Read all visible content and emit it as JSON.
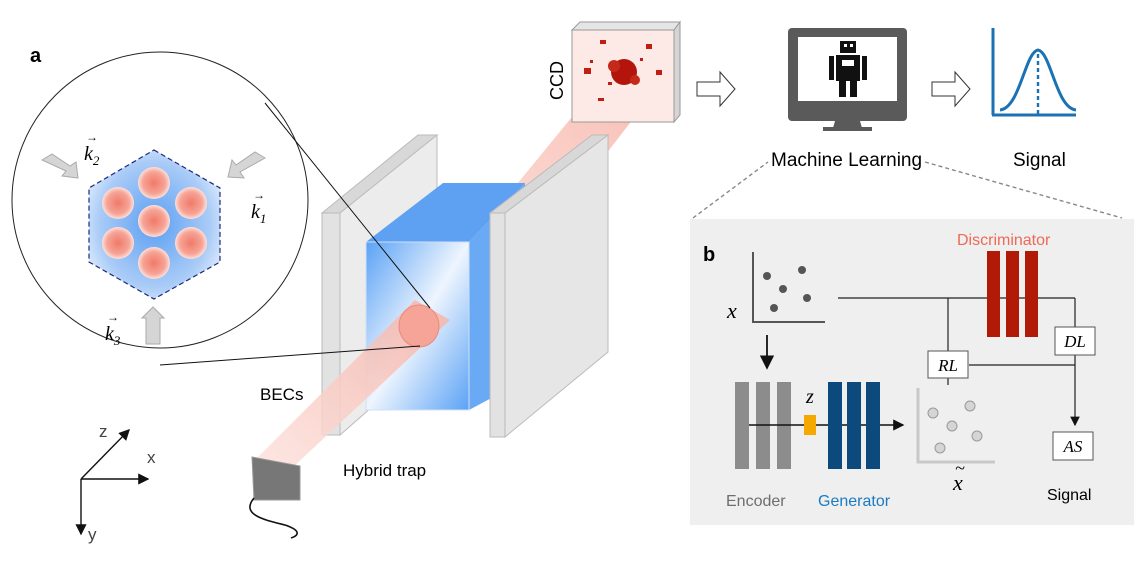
{
  "panel_a": {
    "label": "a",
    "wavevectors": {
      "k1": "k",
      "k1_sub": "1",
      "k2": "k",
      "k2_sub": "2",
      "k3": "k",
      "k3_sub": "3",
      "arrow": "→"
    },
    "becs_label": "BECs",
    "trap_label": "Hybrid trap",
    "ccd_label": "CCD",
    "axes": {
      "x": "x",
      "y": "y",
      "z": "z"
    },
    "ml_label": "Machine Learning",
    "signal_label": "Signal"
  },
  "panel_b": {
    "label": "b",
    "input_var": "x",
    "latent_var": "z",
    "recon_var": "x",
    "recon_tilde": "~",
    "discriminator_label": "Discriminator",
    "encoder_label": "Encoder",
    "generator_label": "Generator",
    "rl_label": "RL",
    "dl_label": "DL",
    "as_label": "AS",
    "signal_label": "Signal"
  },
  "colors": {
    "discriminator": "#b01a06",
    "discriminator_text": "#ee6a55",
    "encoder": "#8c8c8c",
    "encoder_text": "#6e6e6e",
    "generator": "#0c4a7d",
    "generator_text": "#1a7ac2",
    "latent": "#f5a800",
    "signal_curve": "#1a72b5",
    "bec_blue": "#5aa2f5",
    "beam": "#f6b2a6",
    "panel_b_bg": "#efefef"
  }
}
